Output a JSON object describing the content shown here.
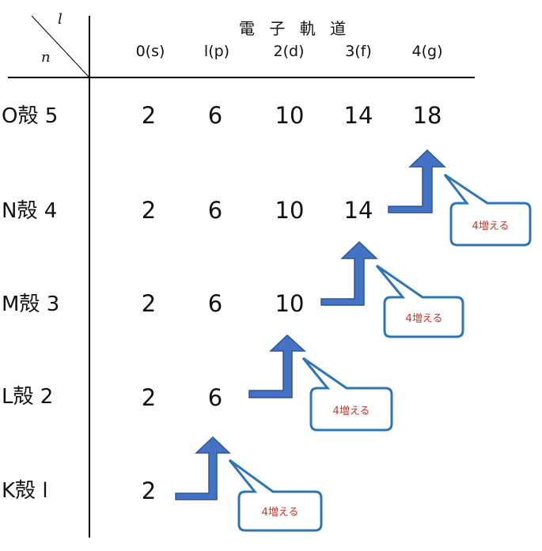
{
  "header": {
    "corner_l": "l",
    "corner_n": "n",
    "title": "電 子 軌 道",
    "columns": [
      "0(s)",
      "l(p)",
      "2(d)",
      "3(f)",
      "4(g)"
    ]
  },
  "rows": [
    {
      "shell": "O殻 5",
      "values": [
        "2",
        "6",
        "10",
        "14",
        "18"
      ]
    },
    {
      "shell": "N殻 4",
      "values": [
        "2",
        "6",
        "10",
        "14"
      ]
    },
    {
      "shell": "M殻 3",
      "values": [
        "2",
        "6",
        "10"
      ]
    },
    {
      "shell": "L殻 2",
      "values": [
        "2",
        "6"
      ]
    },
    {
      "shell": "K殻 l",
      "values": [
        "2"
      ]
    }
  ],
  "callouts": [
    "4増える",
    "4増える",
    "4増える",
    "4増える"
  ],
  "colors": {
    "arrow_fill": "#4472c4",
    "arrow_stroke": "#2f5597",
    "callout_border": "#2e75b6",
    "callout_text": "#c0392b",
    "line": "#000000"
  }
}
